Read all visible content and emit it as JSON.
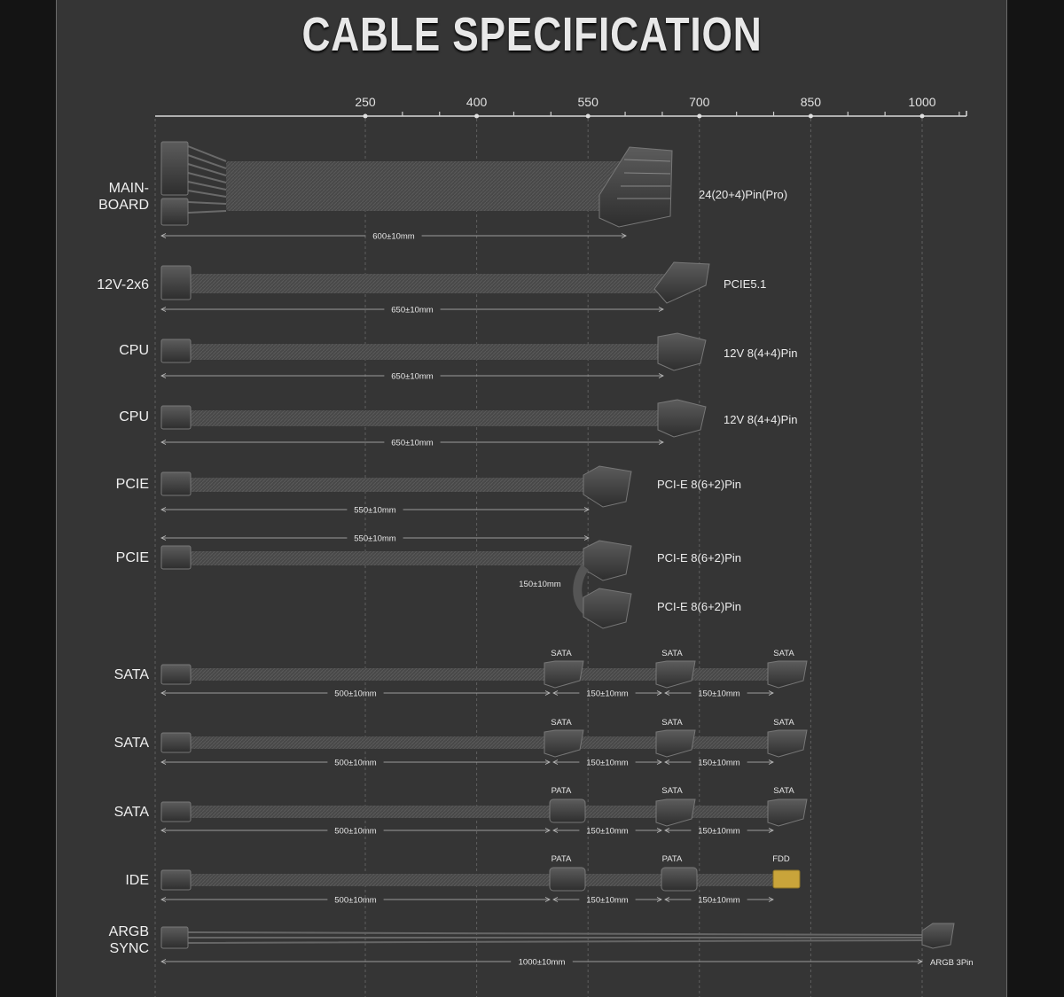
{
  "title": "CABLE SPECIFICATION",
  "axis_ticks": [
    "250",
    "400",
    "550",
    "700",
    "850",
    "1000"
  ],
  "rows": [
    {
      "label": [
        "MAIN-",
        "BOARD"
      ],
      "connector": "24(20+4)Pin(Pro)",
      "dims": [
        "600±10mm"
      ]
    },
    {
      "label": [
        "12V-2x6"
      ],
      "connector": "PCIE5.1",
      "dims": [
        "650±10mm"
      ]
    },
    {
      "label": [
        "CPU"
      ],
      "connector": "12V 8(4+4)Pin",
      "dims": [
        "650±10mm"
      ]
    },
    {
      "label": [
        "CPU"
      ],
      "connector": "12V 8(4+4)Pin",
      "dims": [
        "650±10mm"
      ]
    },
    {
      "label": [
        "PCIE"
      ],
      "connector": "PCI-E 8(6+2)Pin",
      "dims": [
        "550±10mm"
      ]
    },
    {
      "label": [
        "PCIE"
      ],
      "connectors": [
        "PCI-E 8(6+2)Pin",
        "PCI-E 8(6+2)Pin"
      ],
      "dims": [
        "550±10mm",
        "150±10mm"
      ]
    },
    {
      "label": [
        "SATA"
      ],
      "stops": [
        "SATA",
        "SATA",
        "SATA"
      ],
      "dims": [
        "500±10mm",
        "150±10mm",
        "150±10mm"
      ]
    },
    {
      "label": [
        "SATA"
      ],
      "stops": [
        "SATA",
        "SATA",
        "SATA"
      ],
      "dims": [
        "500±10mm",
        "150±10mm",
        "150±10mm"
      ]
    },
    {
      "label": [
        "SATA"
      ],
      "stops": [
        "PATA",
        "SATA",
        "SATA"
      ],
      "dims": [
        "500±10mm",
        "150±10mm",
        "150±10mm"
      ]
    },
    {
      "label": [
        "IDE"
      ],
      "stops": [
        "PATA",
        "PATA",
        "FDD"
      ],
      "dims": [
        "500±10mm",
        "150±10mm",
        "150±10mm"
      ]
    },
    {
      "label": [
        "ARGB",
        "SYNC"
      ],
      "connector": "ARGB 3Pin",
      "dims": [
        "1000±10mm"
      ]
    }
  ],
  "colors": {
    "panel": "#353535",
    "cable": "#4a4a4a",
    "accent_fdd": "#c9a43a"
  }
}
